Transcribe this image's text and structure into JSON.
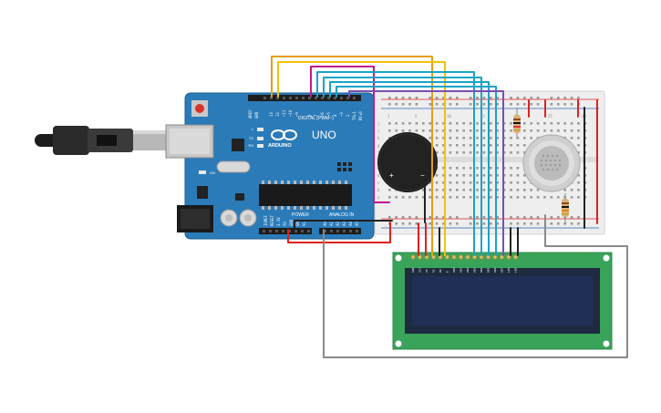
{
  "arduino": {
    "brand": "ARDUINO",
    "model": "UNO",
    "digital_label": "DIGITAL (PWM~)",
    "power_label": "POWER",
    "analog_label": "ANALOG IN",
    "aref": "AREF",
    "gnd": "GND",
    "tx": "TX",
    "rx": "RX",
    "l": "L",
    "on": "ON",
    "digital_pins": [
      "13",
      "12",
      "~11",
      "~10",
      "~9",
      "8",
      "7",
      "~6",
      "~5",
      "4",
      "~3",
      "2",
      "TX▸1",
      "RX◂0"
    ],
    "power_pins": [
      "IOREF",
      "RESET",
      "3.3V",
      "5V",
      "GND",
      "GND",
      "Vin"
    ],
    "analog_pins": [
      "A0",
      "A1",
      "A2",
      "A3",
      "A4",
      "A5"
    ]
  },
  "breadboard": {
    "top_numbers": [
      "1",
      "5",
      "10",
      "15",
      "20",
      "25",
      "30"
    ],
    "row_letters_top": [
      "j",
      "i",
      "h",
      "g",
      "f"
    ],
    "row_letters_bottom": [
      "e",
      "d",
      "c",
      "b",
      "a"
    ]
  },
  "buzzer": {
    "plus": "+",
    "minus": "−"
  },
  "lcd": {
    "pin_labels": [
      "GND",
      "VCC",
      "V0",
      "RS",
      "RW",
      "E",
      "DB0",
      "DB1",
      "DB2",
      "DB3",
      "DB4",
      "DB5",
      "DB6",
      "DB7",
      "LED",
      "LED"
    ]
  },
  "colors": {
    "arduino_board": "#2b7bb9",
    "breadboard": "#eeeeee",
    "lcd_board": "#3aa35a",
    "lcd_screen": "#1f2f56",
    "wire_orange": "#e3a014",
    "wire_yellow": "#f0c20a",
    "wire_magenta": "#c2198a",
    "wire_teal": "#1aa3c6",
    "wire_purple": "#7b4fb0",
    "wire_red": "#e02020",
    "wire_black": "#222222",
    "wire_gray": "#8a8a8a"
  }
}
